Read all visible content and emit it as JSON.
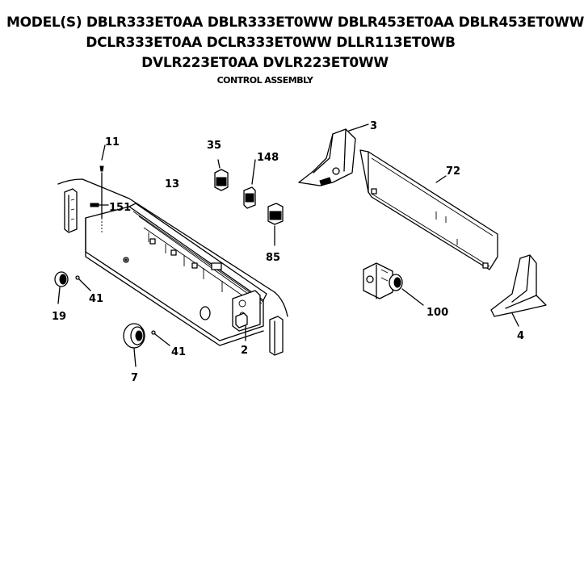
{
  "header": {
    "models_line1": "MODEL(S) DBLR333ET0AA  DBLR333ET0WW  DBLR453ET0AA  DBLR453ET0WW",
    "models_line2": "DCLR333ET0AA  DCLR333ET0WW  DLLR113ET0WB",
    "models_line3": "DVLR223ET0AA  DVLR223ET0WW",
    "assembly_title": "CONTROL ASSEMBLY"
  },
  "parts": {
    "p11": "11",
    "p13": "13",
    "p35": "35",
    "p148": "148",
    "p151": "151",
    "p85": "85",
    "p3": "3",
    "p72": "72",
    "p100": "100",
    "p4": "4",
    "p2": "2",
    "p41a": "41",
    "p41b": "41",
    "p19": "19",
    "p7": "7"
  }
}
